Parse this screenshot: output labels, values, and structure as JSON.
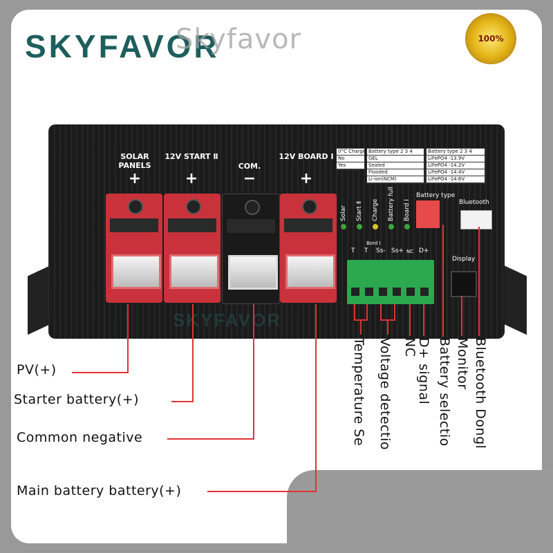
{
  "brand": {
    "logo": "SKYFAVOR",
    "watermark": "Skyfavor",
    "seal": "100%",
    "bottom_watermark": "SKYFAVOR"
  },
  "connectors": [
    {
      "label": "SOLAR PANELS",
      "polarity": "+",
      "color": "red"
    },
    {
      "label": "12V START Ⅱ",
      "polarity": "+",
      "color": "red"
    },
    {
      "label": "COM.",
      "polarity": "−",
      "color": "black"
    },
    {
      "label": "12V BOARD Ⅰ",
      "polarity": "+",
      "color": "red"
    }
  ],
  "charge_table": {
    "header": "0°C Charge",
    "rows": [
      "No",
      "Yes"
    ]
  },
  "battery_table": {
    "header": "Battery type 2 3 4",
    "rows": [
      "GEL",
      "Sealed",
      "Flooded",
      "Li-ion(NCM)"
    ]
  },
  "lifepo_table": {
    "header": "Battery type 2 3 4",
    "rows": [
      "LiFePO4 -13.9V",
      "LiFePO4 -14.2V",
      "LiFePO4 -14.4V",
      "LiFePO4 -14.6V"
    ]
  },
  "leds": [
    "Solar",
    "Start Ⅱ",
    "Charge",
    "Battery full",
    "Board Ⅰ"
  ],
  "panel_labels": {
    "battery_type": "Battery type",
    "bluetooth": "Bluetooth",
    "display": "Display",
    "bord": "Bord Ⅰ",
    "terminals": [
      "T",
      "T",
      "Ss-",
      "Ss+",
      "NC",
      "D+"
    ]
  },
  "callouts_left": [
    "PV(+)",
    "Starter battery(+)",
    "Common negative",
    "Main battery battery(+)"
  ],
  "callouts_vertical": [
    "Temperature Se",
    "Voltage detectio",
    "NC",
    "D+ signal",
    "Battery selectio",
    "Monitor",
    "Bluetooth Dongl"
  ],
  "colors": {
    "accent": "#e03333",
    "logo": "#1d5e5c",
    "connector_red": "#c9323a",
    "terminal_green": "#2ca84f"
  }
}
